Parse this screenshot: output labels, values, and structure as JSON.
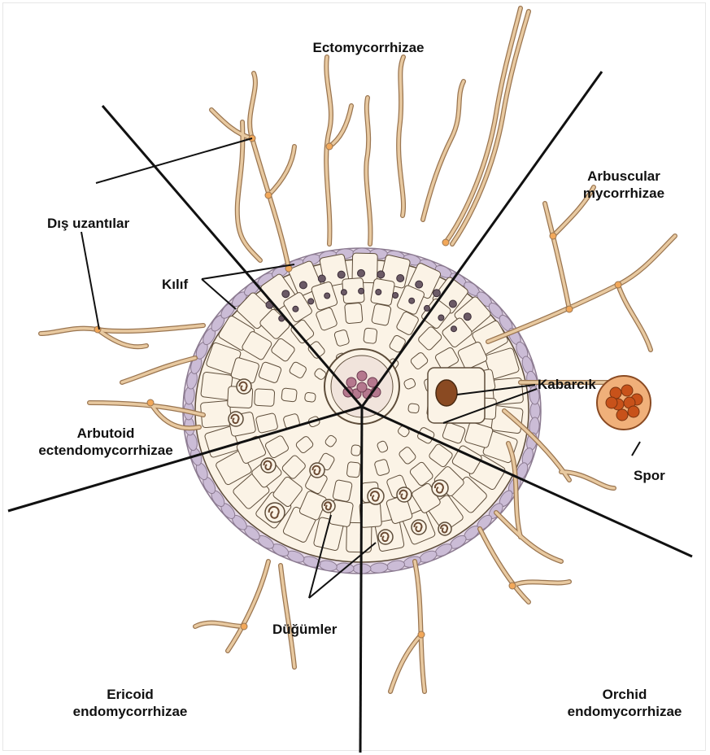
{
  "sectors": {
    "ecto": "Ectomycorrhizae",
    "arbuscular_1": "Arbuscular",
    "arbuscular_2": "mycorrhizae",
    "arbutoid_1": "Arbutoid",
    "arbutoid_2": "ectendomycorrhizae",
    "ericoid_1": "Ericoid",
    "ericoid_2": "endomycorrhizae",
    "orchid_1": "Orchid",
    "orchid_2": "endomycorrhizae"
  },
  "callouts": {
    "outer_hyphae": "Dış uzantılar",
    "sheath": "Kılıf",
    "vesicle": "Kabarcık",
    "spore": "Spor",
    "coils": "Düğümler"
  },
  "colors": {
    "hypha": "#d9b489",
    "hypha_outline": "#9a7550",
    "cell_fill": "#fbf3e6",
    "cell_outline": "#5e4d3a",
    "epidermis": "#cbbcd6",
    "sheath_cell": "#6b5a66",
    "stele": "#b5788e",
    "spore": "#d96a1c",
    "divider": "#111111"
  }
}
